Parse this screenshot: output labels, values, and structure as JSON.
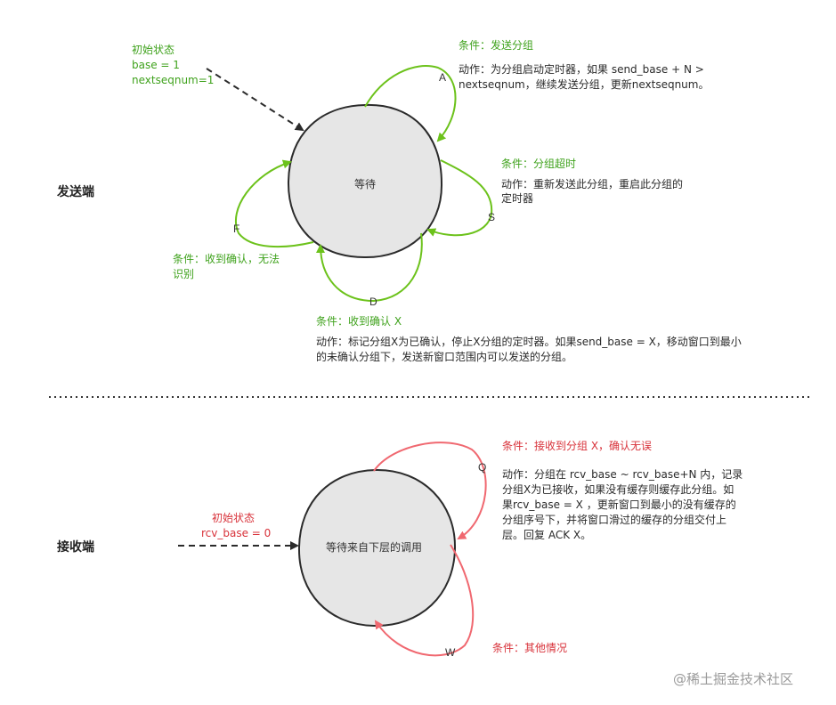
{
  "colors": {
    "sender_arrow": "#6cc21b",
    "receiver_arrow": "#f06870",
    "condition_green": "#3fa21c",
    "condition_red": "#d8323a",
    "state_fill": "#e6e6e6",
    "state_stroke": "#2b2b2b",
    "separator": "#333333"
  },
  "sender": {
    "section_label": "发送端",
    "state_label": "等待",
    "initial": {
      "line1": "初始状态",
      "line2": "base = 1",
      "line3": "nextseqnum=1"
    },
    "transitions": {
      "A": {
        "letter": "A",
        "condition": "条件：发送分组",
        "action_line1": "动作：为分组启动定时器，如果 send_base + N >",
        "action_line2": "nextseqnum，继续发送分组，更新nextseqnum。"
      },
      "S": {
        "letter": "S",
        "condition": "条件：分组超时",
        "action_line1": "动作：重新发送此分组，重启此分组的",
        "action_line2": "定时器"
      },
      "F": {
        "letter": "F",
        "condition_line1": "条件：收到确认，无法",
        "condition_line2": "识别"
      },
      "D": {
        "letter": "D",
        "condition": "条件：收到确认 X",
        "action_line1": "动作：标记分组X为已确认，停止X分组的定时器。如果send_base = X，移动窗口到最小",
        "action_line2": "的未确认分组下，发送新窗口范围内可以发送的分组。"
      }
    }
  },
  "receiver": {
    "section_label": "接收端",
    "state_label": "等待来自下层的调用",
    "initial": {
      "line1": "初始状态",
      "line2": "rcv_base = 0"
    },
    "transitions": {
      "Q": {
        "letter": "Q",
        "condition": "条件：接收到分组 X，确认无误",
        "action_line1": "动作：分组在 rcv_base ~ rcv_base+N 内，记录",
        "action_line2": "分组X为已接收，如果没有缓存则缓存此分组。如",
        "action_line3": "果rcv_base = X ，更新窗口到最小的没有缓存的",
        "action_line4": "分组序号下，并将窗口滑过的缓存的分组交付上",
        "action_line5": "层。回复 ACK X。"
      },
      "W": {
        "letter": "W",
        "condition": "条件：其他情况"
      }
    }
  },
  "watermark": "@稀土掘金技术社区"
}
